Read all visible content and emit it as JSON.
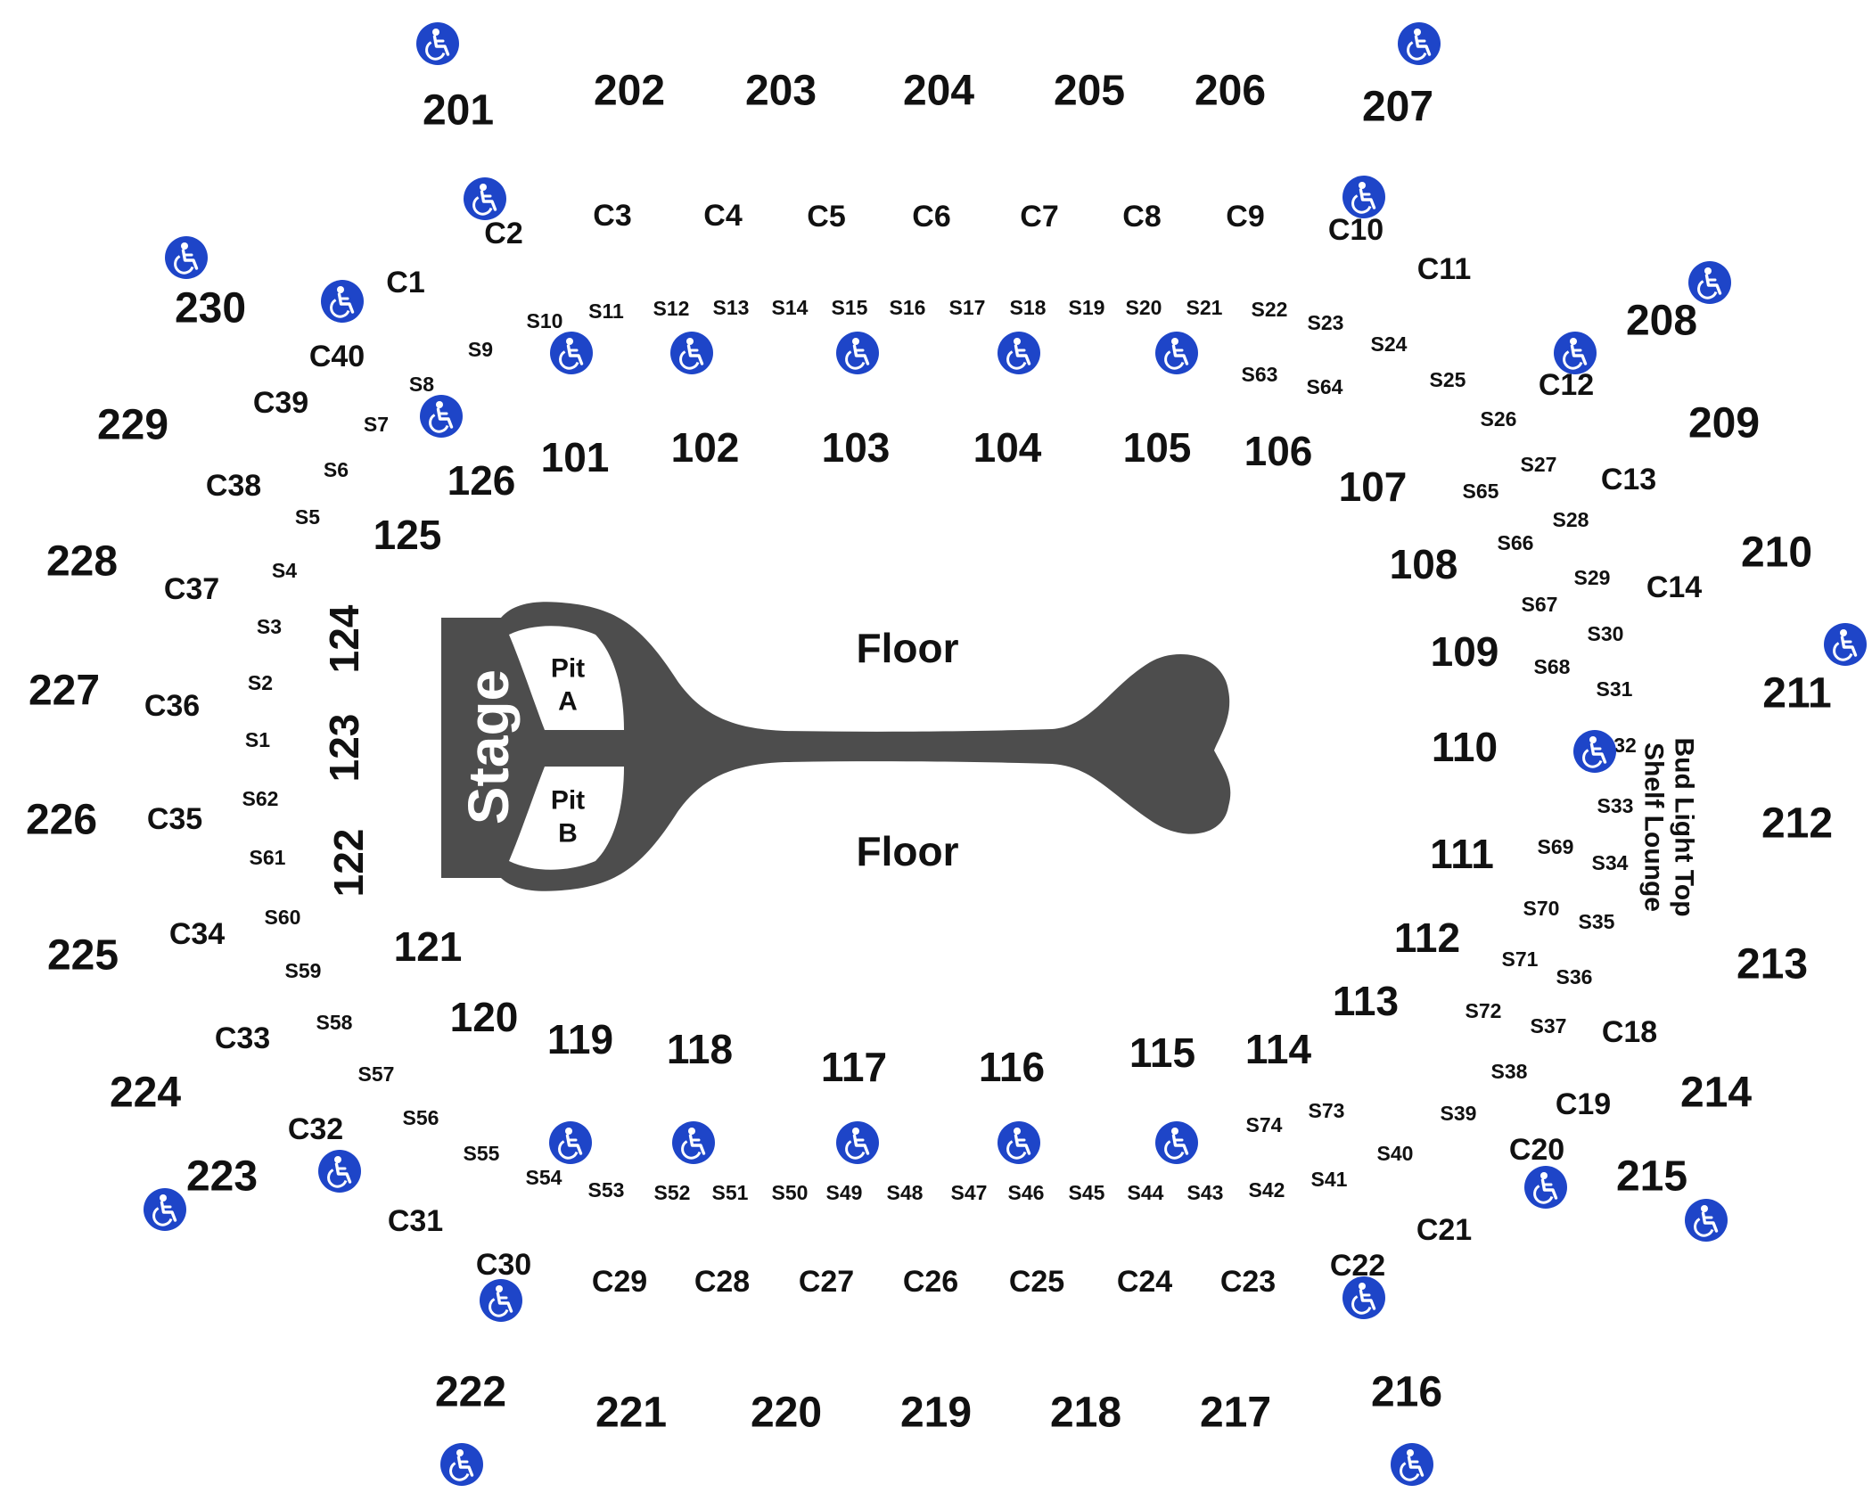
{
  "colors": {
    "stage": "#4d4d4d",
    "accessible": "#1e45c8",
    "text": "#111111"
  },
  "stage": {
    "label": "Stage",
    "pit_a": [
      "Pit",
      "A"
    ],
    "pit_b": [
      "Pit",
      "B"
    ],
    "floor_label": "Floor"
  },
  "lounge": {
    "line1": "Bud Light Top",
    "line2": "Shelf Lounge"
  },
  "icon": "wheelchair-icon",
  "upper_sections": [
    "201",
    "202",
    "203",
    "204",
    "205",
    "206",
    "207",
    "208",
    "209",
    "210",
    "211",
    "212",
    "213",
    "214",
    "215",
    "216",
    "217",
    "218",
    "219",
    "220",
    "221",
    "222",
    "223",
    "224",
    "225",
    "226",
    "227",
    "228",
    "229",
    "230"
  ],
  "lower_sections": [
    "101",
    "102",
    "103",
    "104",
    "105",
    "106",
    "107",
    "108",
    "109",
    "110",
    "111",
    "112",
    "113",
    "114",
    "115",
    "116",
    "117",
    "118",
    "119",
    "120",
    "121",
    "122",
    "123",
    "124",
    "125",
    "126"
  ],
  "club_sections": [
    "C1",
    "C2",
    "C3",
    "C4",
    "C5",
    "C6",
    "C7",
    "C8",
    "C9",
    "C10",
    "C11",
    "C12",
    "C13",
    "C14",
    "C18",
    "C19",
    "C20",
    "C21",
    "C22",
    "C23",
    "C24",
    "C25",
    "C26",
    "C27",
    "C28",
    "C29",
    "C30",
    "C31",
    "C32",
    "C33",
    "C34",
    "C35",
    "C36",
    "C37",
    "C38",
    "C39",
    "C40"
  ],
  "suites": [
    "S1",
    "S2",
    "S3",
    "S4",
    "S5",
    "S6",
    "S7",
    "S8",
    "S9",
    "S10",
    "S11",
    "S12",
    "S13",
    "S14",
    "S15",
    "S16",
    "S17",
    "S18",
    "S19",
    "S20",
    "S21",
    "S22",
    "S23",
    "S24",
    "S25",
    "S26",
    "S27",
    "S28",
    "S29",
    "S30",
    "S31",
    "32",
    "S33",
    "S34",
    "S35",
    "S36",
    "S37",
    "S38",
    "S39",
    "S40",
    "S41",
    "S42",
    "S43",
    "S44",
    "S45",
    "S46",
    "S47",
    "S48",
    "S49",
    "S50",
    "S51",
    "S52",
    "S53",
    "S54",
    "S55",
    "S56",
    "S57",
    "S58",
    "S59",
    "S60",
    "S61",
    "S62",
    "S63",
    "S64",
    "S65",
    "S66",
    "S67",
    "S68",
    "S69",
    "S70",
    "S71",
    "S72",
    "S73",
    "S74"
  ]
}
